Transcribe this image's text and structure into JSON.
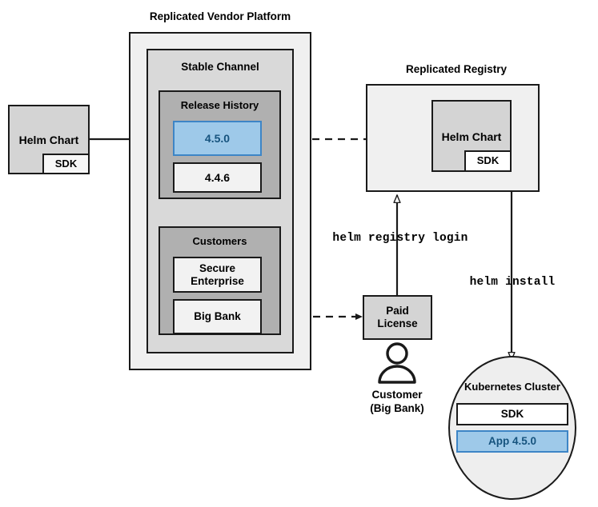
{
  "diagram": {
    "title_vendor_platform": "Replicated Vendor Platform",
    "title_registry": "Replicated Registry"
  },
  "source_chart": {
    "name": "Helm Chart",
    "sdk": "SDK"
  },
  "vendor_platform": {
    "label": "Replicated Vendor Platform",
    "channel": {
      "label": "Stable Channel",
      "release_history": {
        "label": "Release History",
        "releases": [
          {
            "version": "4.5.0",
            "highlighted": true
          },
          {
            "version": "4.4.6",
            "highlighted": false
          }
        ]
      },
      "customers": {
        "label": "Customers",
        "items": [
          {
            "name": "Secure Enterprise"
          },
          {
            "name": "Big Bank"
          }
        ]
      }
    }
  },
  "registry": {
    "label": "Replicated Registry",
    "chart": {
      "name": "Helm Chart",
      "sdk": "SDK"
    }
  },
  "license": {
    "label": "Paid License"
  },
  "customer_actor": {
    "icon": "person-icon",
    "line1": "Customer",
    "line2": "(Big Bank)"
  },
  "cluster": {
    "label": "Kubernetes Cluster",
    "components": [
      {
        "name": "SDK",
        "highlighted": false
      },
      {
        "name": "App 4.5.0",
        "highlighted": true
      }
    ]
  },
  "commands": {
    "registry_login": "helm registry login",
    "install": "helm install"
  },
  "colors": {
    "stroke": "#1a1a1a",
    "accent_fill": "#9ec9e9",
    "accent_border": "#3d85c6",
    "accent_text": "#16537e",
    "platform_fill": "#f0f0f0",
    "channel_fill": "#d9d9d9",
    "group_fill": "#b0b0b0",
    "box_fill": "#f2f2f2",
    "chart_fill": "#d4d4d4",
    "white": "#ffffff"
  }
}
